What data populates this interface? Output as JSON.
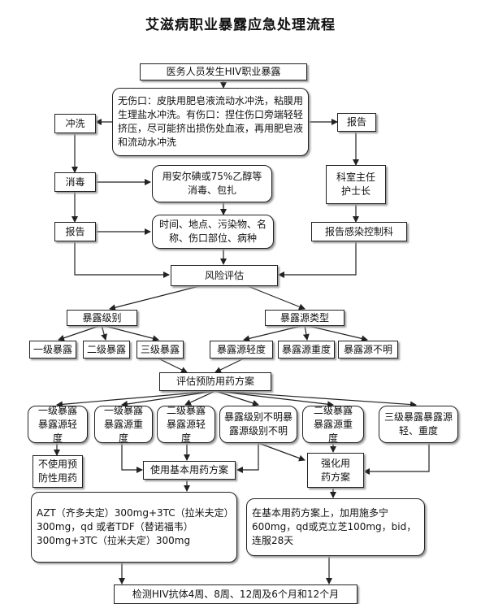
{
  "title": "艾滋病职业暴露应急处理流程",
  "nodes": {
    "start": "医务人员发生HIV职业暴露",
    "wound_treat": "无伤口：皮肤用肥皂液流动水冲洗，粘膜用生理盐水冲洗。有伤口：捏住伤口旁端轻轻挤压，尽可能挤出损伤处血液，再用肥皂液和流动水冲洗",
    "rinse": "冲洗",
    "report_right": "报告",
    "disinfect": "消毒",
    "disinfect_method": "用安尔碘或75%乙醇等消毒、包扎",
    "dept_head": "科室主任护士长",
    "report_left": "报告",
    "record": "时间、地点、污染物、名称、伤口部位、病种",
    "infection_report": "报告感染控制科",
    "risk": "风险评估",
    "exposure_level": "暴露级别",
    "source_type": "暴露源类型",
    "level1": "一级暴露",
    "level2": "二级暴露",
    "level3": "三级暴露",
    "src_light": "暴露源轻度",
    "src_heavy": "暴露源重度",
    "src_unknown": "暴露源不明",
    "eval_plan": "评估预防用药方案",
    "c1": "一级暴露暴露源轻度",
    "c2": "一级暴露暴露源重度",
    "c3": "二级暴露暴露源轻度",
    "c4": "暴露级别不明暴露源级别不明",
    "c5": "二级暴露暴露源重度",
    "c6": "三级暴露暴露源轻、重度",
    "no_drug": "不使用预防性用药",
    "basic_plan": "使用基本用药方案",
    "enhanced_plan": "强化用药方案",
    "basic_detail": "AZT（齐多夫定）300mg+3TC（拉米夫定）300mg，qd 或者TDF（替诺福韦）300mg+3TC（拉米夫定）300mg",
    "enhanced_detail": "在基本用药方案上，加用施多宁600mg，qd或克立芝100mg，bid，连服28天",
    "bottom_cut": "检测HIV抗体4周、8周、12周及6个月和12个月"
  }
}
